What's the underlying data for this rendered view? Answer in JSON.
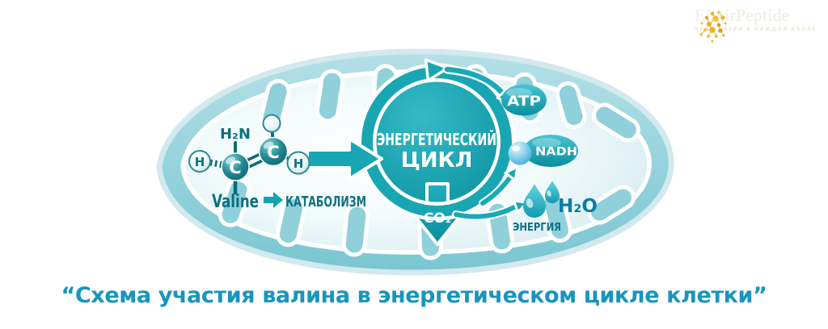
{
  "logo": {
    "brand": "ElixirPeptide",
    "tagline": "ЧУДО НАУКИ В КАЖДОЙ КАПЛЕ"
  },
  "diagram": {
    "molecule": {
      "amine_group": "H₂N",
      "carbon1": "C",
      "carbon2": "C",
      "hydrogen_left": "H",
      "hydrogen_right": "H",
      "name": "Valine",
      "process": "КАТАБОЛИЗМ"
    },
    "cycle": {
      "line1": "ЭНЕРГЕТИЧЕСКИЙ",
      "line2": "ЦИКЛ"
    },
    "outputs": {
      "atp": "ATP",
      "nadh": "NADH",
      "co2": "CO₂",
      "h2o": "H₂O",
      "energy": "ЭНЕРГИЯ"
    }
  },
  "caption": "“Схема участия валина в энергетическом цикле клетки”",
  "colors": {
    "teal_primary": "#18A6B3",
    "teal_dark_text": "#0D7180",
    "cycle_fill": "#0F96A4",
    "membrane_band": "#8FD0DA",
    "caption_text": "#1795BF",
    "logo_gold": "#E8B52C"
  }
}
